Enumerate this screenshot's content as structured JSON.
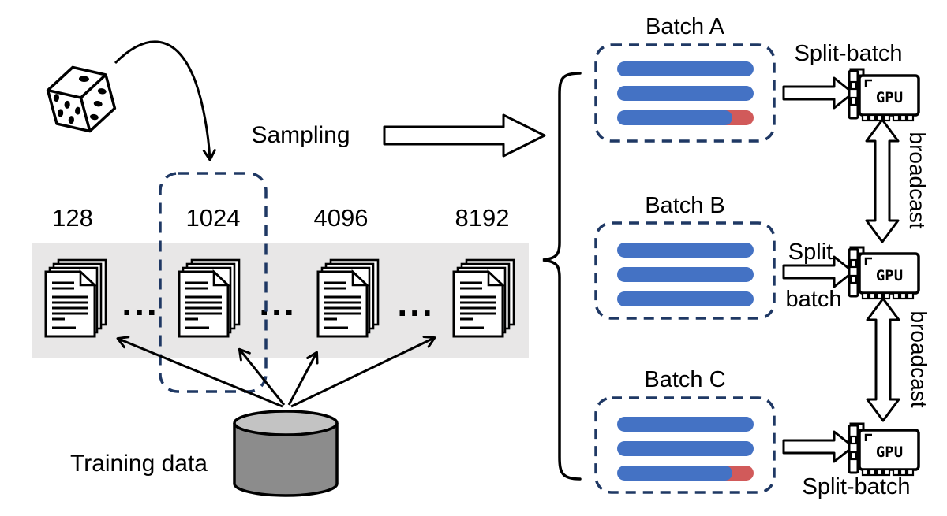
{
  "palette": {
    "navy": "#1F3864",
    "blue": "#4472C4",
    "red": "#D15A5A",
    "band_gray": "#E8E7E7",
    "cylinder_body": "#8C8C8C",
    "cylinder_top": "#C3C3C3",
    "stroke_black": "#000000"
  },
  "sampling_label": "Sampling",
  "training": {
    "label": "Training data"
  },
  "dataset": {
    "sizes": [
      "128",
      "1024",
      "4096",
      "8192"
    ],
    "selected_size": "1024",
    "ellipsis": "..."
  },
  "batches": [
    {
      "name": "Batch A",
      "split_label": "Split-batch",
      "bars": [
        {
          "red_tip": false
        },
        {
          "red_tip": false
        },
        {
          "red_tip": true
        }
      ]
    },
    {
      "name": "Batch B",
      "split_label_line1": "Split",
      "split_label_line2": "batch",
      "bars": [
        {
          "red_tip": false
        },
        {
          "red_tip": false
        },
        {
          "red_tip": false
        }
      ]
    },
    {
      "name": "Batch C",
      "split_label": "Split-batch",
      "bars": [
        {
          "red_tip": false
        },
        {
          "red_tip": false
        },
        {
          "red_tip": true
        }
      ]
    }
  ],
  "gpu_label": "GPU",
  "broadcast_label": "broadcast"
}
